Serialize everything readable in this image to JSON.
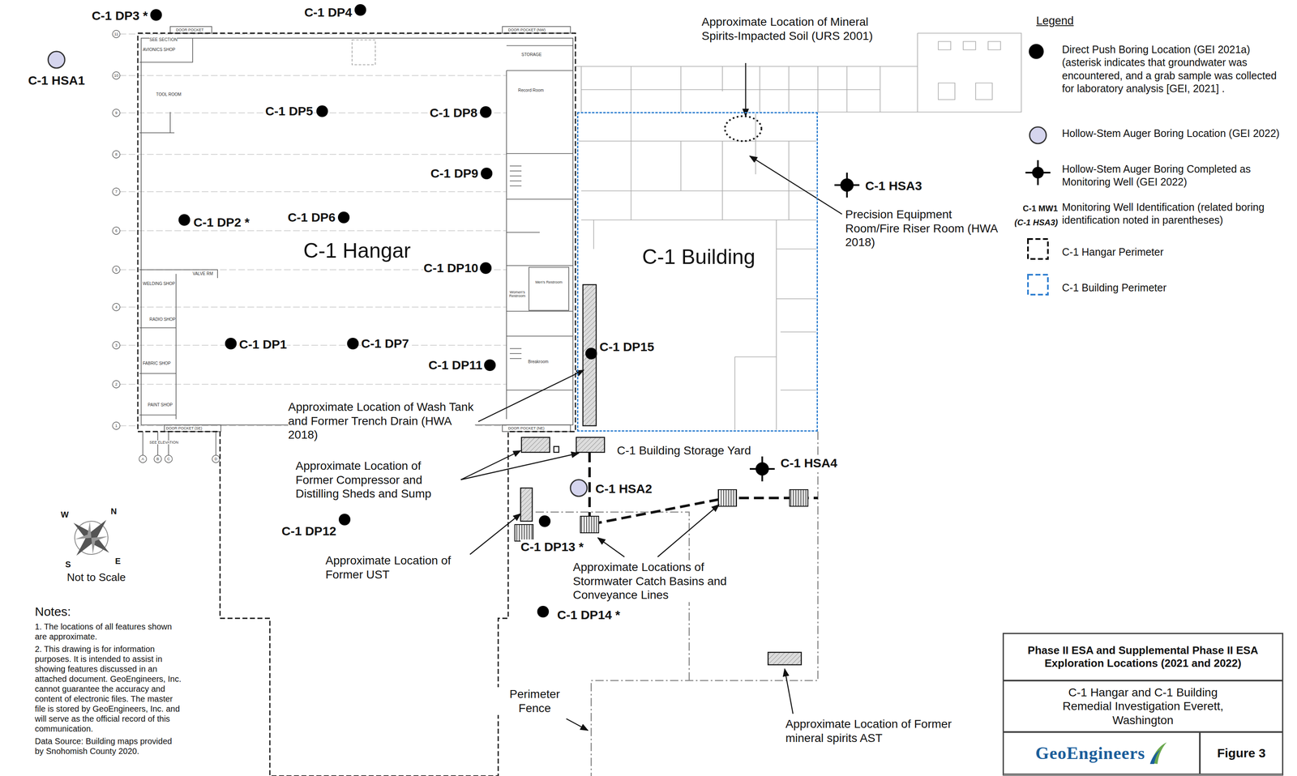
{
  "diagram": {
    "nodes": [
      {
        "text": [
          "C-1 Hangar"
        ]
      },
      {
        "text": [
          "C-1 Building"
        ]
      },
      {
        "text": [
          "Phase II ESA and Supplemental Phase II ESA Exploration Locations (2021 and 2022)"
        ]
      },
      {
        "text": [
          "C-1 Hangar and C-1 Building Remedial Investigation Everett, Washington"
        ]
      },
      {
        "text": [
          "GeoEngineers"
        ]
      },
      {
        "text": [
          "Figure 3"
        ]
      }
    ],
    "labels": [
      "C-1 DP3 *",
      "C-1 DP4",
      "C-1 HSA1",
      "C-1 DP5",
      "C-1 DP8",
      "C-1 DP9",
      "C-1 DP2 *",
      "C-1 DP6",
      "C-1 DP10",
      "C-1 DP1",
      "C-1 DP7",
      "C-1 DP11",
      "C-1 DP15",
      "C-1 HSA3",
      "C-1 HSA2",
      "C-1 HSA4",
      "C-1 DP12",
      "C-1 DP13 *",
      "C-1 DP14 *",
      "Approximate Location of Mineral Spirits-Impacted Soil (URS 2001)",
      "Precision Equipment Room/Fire Riser Room (HWA 2018)",
      "Approximate Location of Wash Tank and Former Trench Drain (HWA 2018)",
      "C-1 Building Storage Yard",
      "Approximate Location of Former Compressor and Distilling Sheds and Sump",
      "Approximate Location of Former UST",
      "Approximate Locations of Stormwater Catch Basins and Conveyance Lines",
      "Perimeter Fence",
      "Approximate Location of Former mineral spirits AST",
      "Legend",
      "C-1 MW1",
      "(C-1 HSA3)",
      "Not to Scale",
      "N",
      "E",
      "S",
      "W",
      "Notes:",
      "1. The locations of all features shown are approximate.",
      "2. This drawing is for information purposes. It is intended to assist in showing features discussed in an attached document. GeoEngineers, Inc. cannot guarantee the accuracy and content of electronic files. The master file is stored by GeoEngineers, Inc. and will serve as the official record of this communication.",
      "Data Source: Building maps provided by Snohomish County 2020.",
      "SEE SECTION",
      "AVIONICS SHOP",
      "TOOL ROOM",
      "VALVE RM",
      "WELDING SHOP",
      "RADIO SHOP",
      "FABRIC SHOP",
      "PAINT SHOP",
      "DOOR POCKET",
      "DOOR POCKET (NW)",
      "STORAGE",
      "Record Room",
      "Women's Restroom",
      "Men's Restroom",
      "Breakroom",
      "DOOR POCKET (SE)",
      "DOOR POCKET (NE)",
      "SEE ELEVATION",
      "11",
      "10",
      "9",
      "8",
      "7",
      "6",
      "5",
      "4",
      "3",
      "2",
      "1",
      "A",
      "B",
      "C",
      "D"
    ],
    "legend": [
      {
        "text": "Direct Push Boring Location (GEI 2021a) (asterisk indicates that groundwater was encountered, and a grab sample was collected for laboratory analysis [GEI, 2021] ."
      },
      {
        "text": "Hollow-Stem Auger Boring Location (GEI 2022)"
      },
      {
        "text": "Hollow-Stem Auger Boring Completed as Monitoring Well (GEI 2022)"
      },
      {
        "text": "Monitoring Well Identification (related boring identification noted in parentheses)"
      },
      {
        "text": "C-1 Hangar Perimeter"
      },
      {
        "text": "C-1 Building Perimeter"
      }
    ]
  }
}
